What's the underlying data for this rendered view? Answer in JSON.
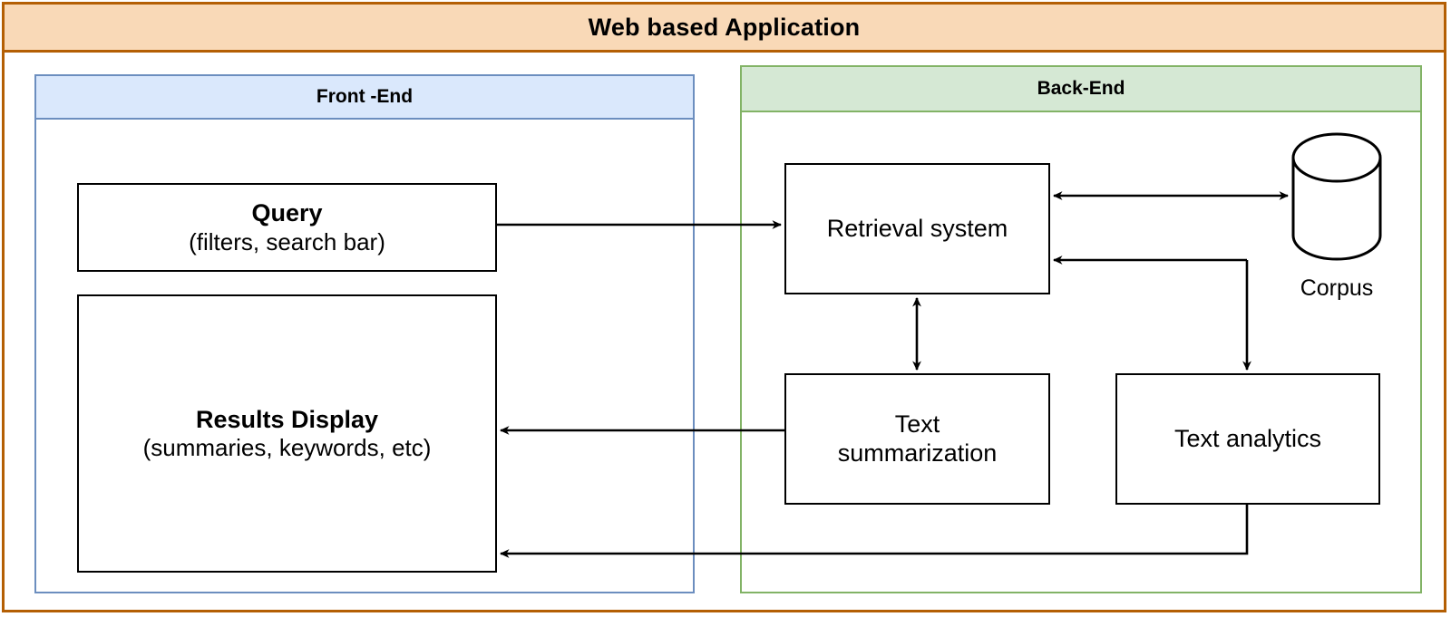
{
  "app": {
    "title": "Web based Application",
    "header_bg": "#F9D9B7",
    "header_border": "#B45F04"
  },
  "panels": [
    {
      "id": "frontend",
      "title": "Front -End",
      "bg": "#DAE8FC",
      "border": "#6C8EBF"
    },
    {
      "id": "backend",
      "title": "Back-End",
      "bg": "#D5E8D4",
      "border": "#82B366"
    }
  ],
  "frontend": {
    "query": {
      "line1": "Query",
      "line2": "(filters, search bar)"
    },
    "results": {
      "line1": "Results Display",
      "line2": "(summaries, keywords, etc)"
    }
  },
  "backend": {
    "retrieval": {
      "label": "Retrieval system"
    },
    "summarization": {
      "line1": "Text",
      "line2": "summarization"
    },
    "analytics": {
      "label": "Text analytics"
    },
    "corpus": {
      "label": "Corpus"
    }
  },
  "connectors": [
    {
      "name": "query-to-retrieval",
      "from": "Query",
      "to": "Retrieval system",
      "direction": "one-way"
    },
    {
      "name": "retrieval-to-corpus",
      "from": "Retrieval system",
      "to": "Corpus",
      "direction": "two-way"
    },
    {
      "name": "analytics-to-retrieval",
      "from": "Text analytics",
      "to": "Retrieval system",
      "direction": "one-way"
    },
    {
      "name": "retrieval-to-analytics",
      "from": "Retrieval system",
      "to": "Text analytics",
      "direction": "one-way"
    },
    {
      "name": "retrieval-to-summarization",
      "from": "Retrieval system",
      "to": "Text summarization",
      "direction": "two-way"
    },
    {
      "name": "summarization-to-results",
      "from": "Text summarization",
      "to": "Results Display",
      "direction": "one-way"
    },
    {
      "name": "analytics-to-results",
      "from": "Text analytics",
      "to": "Results Display",
      "direction": "one-way"
    }
  ]
}
